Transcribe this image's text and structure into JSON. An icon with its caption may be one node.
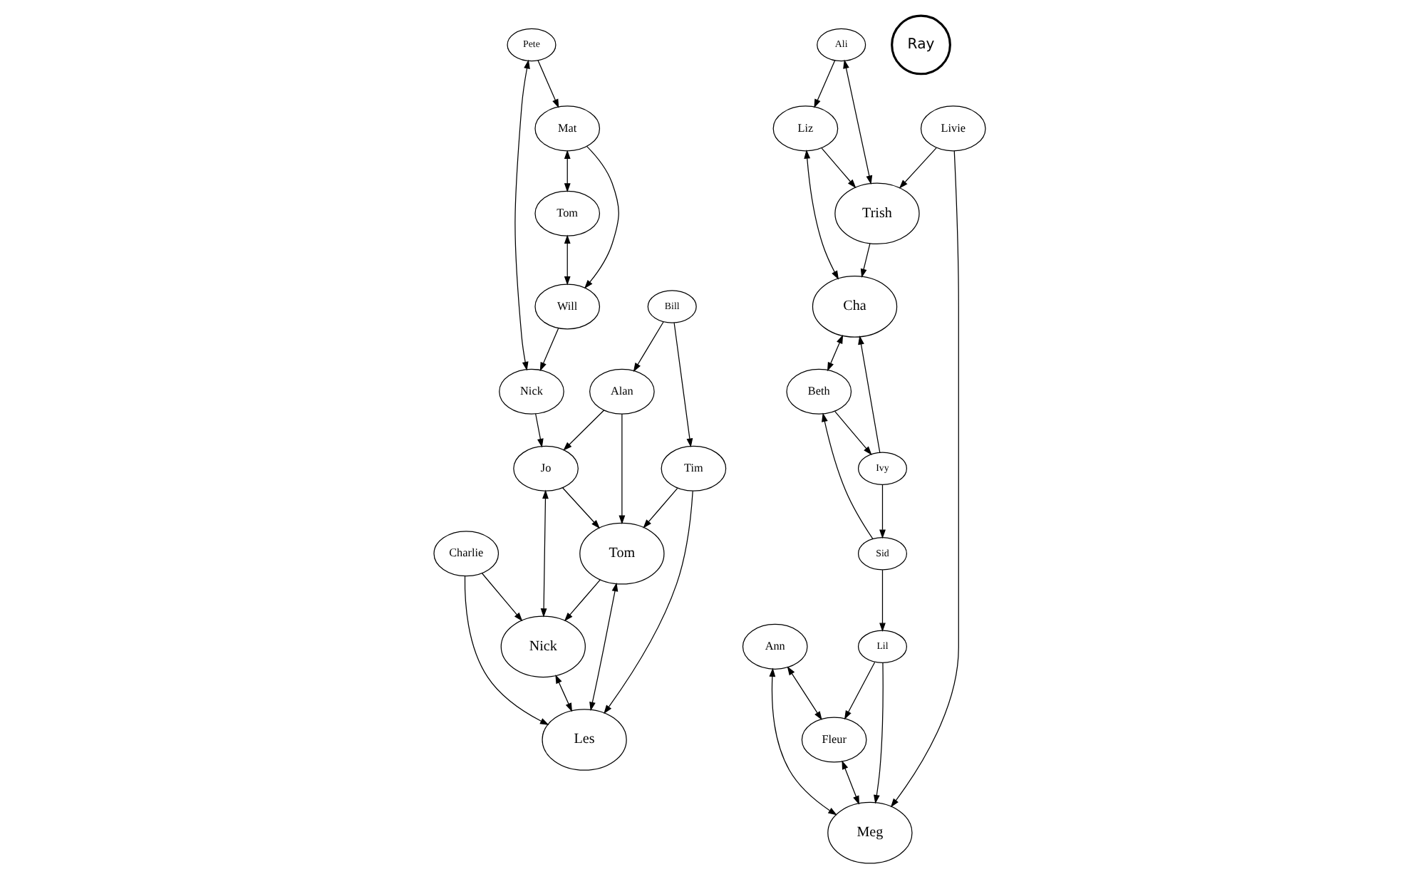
{
  "diagram": {
    "nodes": [
      {
        "text": [
          "Tom"
        ]
      },
      {
        "text": [
          "Ann"
        ]
      },
      {
        "text": [
          "Mat"
        ]
      },
      {
        "text": [
          "Ray"
        ]
      },
      {
        "text": [
          "Fleur"
        ]
      },
      {
        "text": [
          "Meg"
        ]
      },
      {
        "text": [
          "Will"
        ]
      },
      {
        "text": [
          "Livie"
        ]
      },
      {
        "text": [
          "Pete"
        ]
      },
      {
        "text": [
          "Jo"
        ]
      },
      {
        "text": [
          "Nick"
        ]
      },
      {
        "text": [
          "Lil"
        ]
      },
      {
        "text": [
          "Alan"
        ]
      },
      {
        "text": [
          "Ali"
        ]
      },
      {
        "text": [
          "Nick"
        ]
      },
      {
        "text": [
          "Trish"
        ]
      },
      {
        "text": [
          "Charlie"
        ]
      },
      {
        "text": [
          "Liz"
        ]
      },
      {
        "text": [
          "Cha"
        ]
      },
      {
        "text": [
          "Tom"
        ]
      },
      {
        "text": [
          "Les"
        ]
      },
      {
        "text": [
          "Beth"
        ]
      },
      {
        "text": [
          "Ivy"
        ]
      },
      {
        "text": [
          "Sid"
        ]
      },
      {
        "text": [
          "Bill"
        ]
      },
      {
        "text": [
          "Tim"
        ]
      }
    ],
    "edges": [
      {
        "from": 2,
        "to": 0,
        "arrow": "both"
      },
      {
        "from": 0,
        "to": 6,
        "arrow": "both"
      },
      {
        "from": 2,
        "to": 6,
        "arrow": "to"
      },
      {
        "from": 8,
        "to": 2,
        "arrow": "to"
      },
      {
        "from": 8,
        "to": 10,
        "arrow": "both"
      },
      {
        "from": 6,
        "to": 10,
        "arrow": "to"
      },
      {
        "from": 10,
        "to": 9,
        "arrow": "to"
      },
      {
        "from": 12,
        "to": 9,
        "arrow": "to"
      },
      {
        "from": 9,
        "to": 14,
        "arrow": "both"
      },
      {
        "from": 9,
        "to": 19,
        "arrow": "to"
      },
      {
        "from": 12,
        "to": 19,
        "arrow": "to"
      },
      {
        "from": 24,
        "to": 12,
        "arrow": "to"
      },
      {
        "from": 19,
        "to": 14,
        "arrow": "to"
      },
      {
        "from": 16,
        "to": 14,
        "arrow": "to"
      },
      {
        "from": 14,
        "to": 20,
        "arrow": "both"
      },
      {
        "from": 16,
        "to": 20,
        "arrow": "to"
      },
      {
        "from": 19,
        "to": 20,
        "arrow": "both"
      },
      {
        "from": 25,
        "to": 19,
        "arrow": "to"
      },
      {
        "from": 25,
        "to": 20,
        "arrow": "to"
      },
      {
        "from": 24,
        "to": 25,
        "arrow": "to"
      },
      {
        "from": 1,
        "to": 4,
        "arrow": "both"
      },
      {
        "from": 1,
        "to": 5,
        "arrow": "both"
      },
      {
        "from": 4,
        "to": 5,
        "arrow": "both"
      },
      {
        "from": 7,
        "to": 5,
        "arrow": "to"
      },
      {
        "from": 11,
        "to": 4,
        "arrow": "to"
      },
      {
        "from": 11,
        "to": 5,
        "arrow": "to"
      },
      {
        "from": 23,
        "to": 11,
        "arrow": "to"
      },
      {
        "from": 7,
        "to": 15,
        "arrow": "to"
      },
      {
        "from": 13,
        "to": 15,
        "arrow": "both"
      },
      {
        "from": 13,
        "to": 17,
        "arrow": "to"
      },
      {
        "from": 17,
        "to": 15,
        "arrow": "to"
      },
      {
        "from": 15,
        "to": 18,
        "arrow": "to"
      },
      {
        "from": 17,
        "to": 18,
        "arrow": "both"
      },
      {
        "from": 18,
        "to": 21,
        "arrow": "both"
      },
      {
        "from": 22,
        "to": 18,
        "arrow": "to"
      },
      {
        "from": 21,
        "to": 22,
        "arrow": "to"
      },
      {
        "from": 22,
        "to": 23,
        "arrow": "to"
      },
      {
        "from": 23,
        "to": 21,
        "arrow": "to"
      }
    ]
  }
}
